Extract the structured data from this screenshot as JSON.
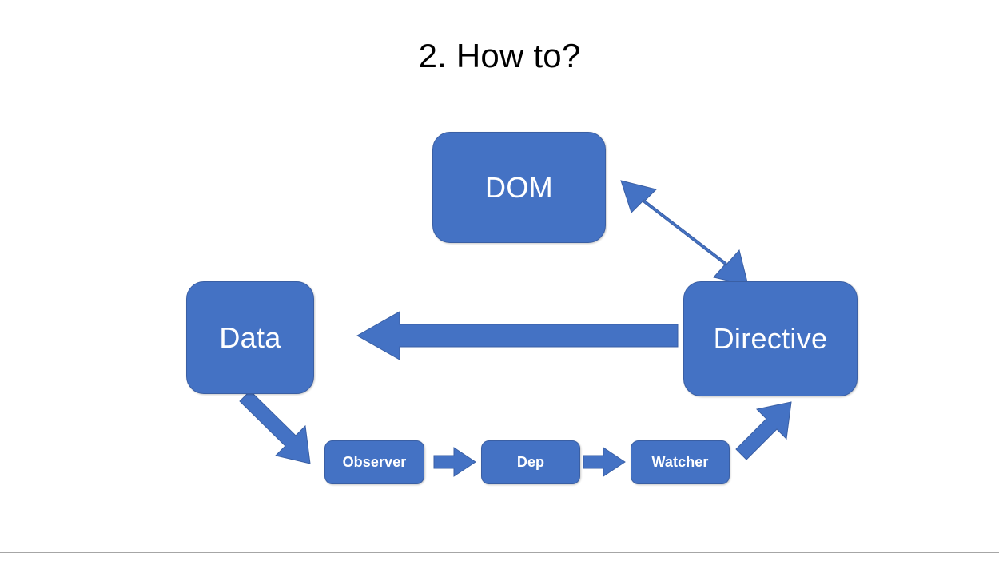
{
  "slide": {
    "title": "2. How to?",
    "background_color": "#FFFFFF",
    "accent_color": "#4472C4",
    "node_border_color": "#3A5FA4",
    "node_text_color": "#FFFFFF",
    "title_text_color": "#000000",
    "rule_color": "#A6A6A6"
  },
  "nodes": {
    "dom": {
      "label": "DOM",
      "size": "large"
    },
    "data": {
      "label": "Data",
      "size": "large"
    },
    "directive": {
      "label": "Directive",
      "size": "large"
    },
    "observer": {
      "label": "Observer",
      "size": "small"
    },
    "dep": {
      "label": "Dep",
      "size": "small"
    },
    "watcher": {
      "label": "Watcher",
      "size": "small"
    }
  },
  "connections": [
    {
      "name": "dom-directive",
      "from": "DOM",
      "to": "Directive",
      "heads": "double",
      "direction": "diagonal-down-right",
      "weight": "thick"
    },
    {
      "name": "directive-data",
      "from": "Directive",
      "to": "Data",
      "heads": "single",
      "direction": "left",
      "weight": "thick"
    },
    {
      "name": "data-observer",
      "from": "Data",
      "to": "Observer",
      "heads": "single",
      "direction": "diagonal-down-right",
      "weight": "medium"
    },
    {
      "name": "observer-dep",
      "from": "Observer",
      "to": "Dep",
      "heads": "single",
      "direction": "right",
      "weight": "thin"
    },
    {
      "name": "dep-watcher",
      "from": "Dep",
      "to": "Watcher",
      "heads": "single",
      "direction": "right",
      "weight": "thin"
    },
    {
      "name": "watcher-directive",
      "from": "Watcher",
      "to": "Directive",
      "heads": "single",
      "direction": "diagonal-up-right",
      "weight": "medium"
    }
  ]
}
